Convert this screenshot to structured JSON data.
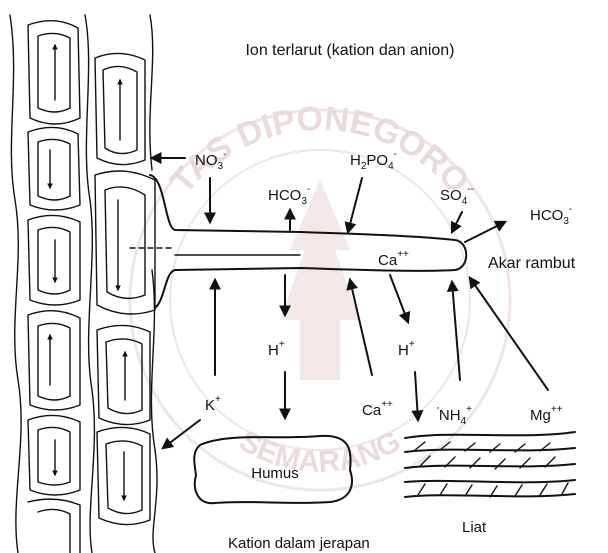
{
  "title": "Ion terlarut (kation dan anion)",
  "watermark": {
    "arc_top": "TAS DIPONEGORO",
    "arc_bottom": "SEMARANG",
    "color": "#e8d6d6"
  },
  "ions": {
    "no3": {
      "base": "NO",
      "sub": "3",
      "sup": "-"
    },
    "h2po4": {
      "p1": "H",
      "s1": "2",
      "p2": "PO",
      "s2": "4",
      "sup": "-"
    },
    "hco3_mid": {
      "base": "HCO",
      "sub": "3",
      "sup": "-"
    },
    "so4": {
      "base": "SO",
      "sub": "4",
      "sup": "--"
    },
    "hco3_right": {
      "base": "HCO",
      "sub": "3",
      "sup": "-"
    },
    "ca_in_root": {
      "base": "Ca",
      "sup": "++"
    },
    "h_left": {
      "base": "H",
      "sup": "+"
    },
    "h_right": {
      "base": "H",
      "sup": "+"
    },
    "k": {
      "base": "K",
      "sup": "+"
    },
    "ca_bottom": {
      "base": "Ca",
      "sup": "++"
    },
    "nh4": {
      "pre": "'",
      "base": "NH",
      "sub": "4",
      "sup": "+"
    },
    "mg": {
      "base": "Mg",
      "sup": "++"
    }
  },
  "labels": {
    "root_hair": "Akar rambut",
    "humus": "Humus",
    "clay": "Liat",
    "adsorbed": "Kation dalam jerapan"
  }
}
